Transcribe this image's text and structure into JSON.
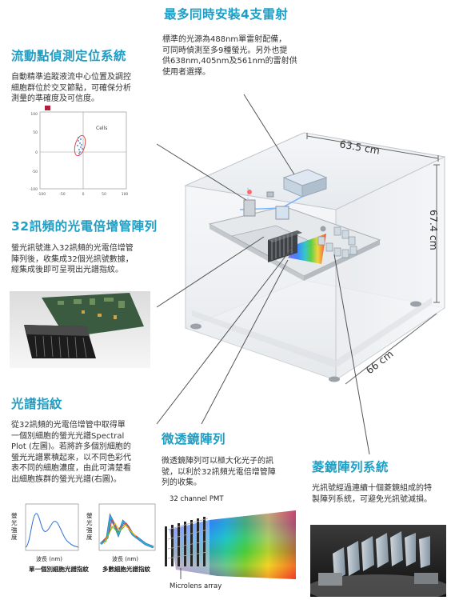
{
  "sections": {
    "laser": {
      "title": "最多同時安裝4支雷射",
      "lines": [
        "標準的光源為488nm單雷射配備，",
        "可同時偵測至多9種螢光。另外也提",
        "供638nm,405nm及561nm的雷射供",
        "使用者選擇。"
      ]
    },
    "flow": {
      "title": "流動點偵測定位系統",
      "lines": [
        "自動精準追蹤液流中心位置及調控",
        "細胞群位於交叉節點，可確保分析",
        "測量的準確度及可信度。"
      ]
    },
    "pmt": {
      "title": "32訊頻的光電倍增管陣列",
      "lines": [
        "螢光訊號進入32訊頻的光電倍增管",
        "陣列後，收集成32個光訊號數據，",
        "經集成後即可呈現出光譜指紋。"
      ]
    },
    "spectrum": {
      "title": "光譜指紋",
      "lines": [
        "從32訊頻的光電倍增管中取得單",
        "一個別細胞的螢光光譜Spectral",
        "Plot (左圖)。若將許多個別細胞的",
        "螢光光譜累積起來，以不同色彩代",
        "表不同的細胞濃度，由此可清楚看",
        "出細胞族群的螢光光譜(右圖)。"
      ]
    },
    "microlens": {
      "title": "微透鏡陣列",
      "lines": [
        "微透鏡陣列可以極大化光子的訊",
        "號，以利於32訊頻光電倍增管陣",
        "列的收集。"
      ]
    },
    "prism": {
      "title": "菱鏡陣列系統",
      "lines": [
        "光訊號經過連續十個菱鏡組成的特",
        "製陣列系統，可避免光訊號減損。"
      ]
    }
  },
  "dimensions": {
    "width": "63.5 cm",
    "height": "67.4 cm",
    "depth": "66 cm"
  },
  "scatter_plot": {
    "gate_label": "Cells",
    "y_ticks": [
      "100",
      "50",
      "0",
      "-50",
      "-100"
    ],
    "x_ticks": [
      "-100",
      "-50",
      "0",
      "50",
      "100"
    ]
  },
  "spectral_plots": {
    "ylabel": "螢光強度",
    "xlabel": "波長 (nm)",
    "left_caption": "單一個別細胞光譜指紋",
    "right_caption": "多數細胞光譜指紋"
  },
  "microlens_labels": {
    "pmt": "32 channel PMT",
    "lens": "Microlens array"
  },
  "colors": {
    "title": "#1e9ec4"
  }
}
